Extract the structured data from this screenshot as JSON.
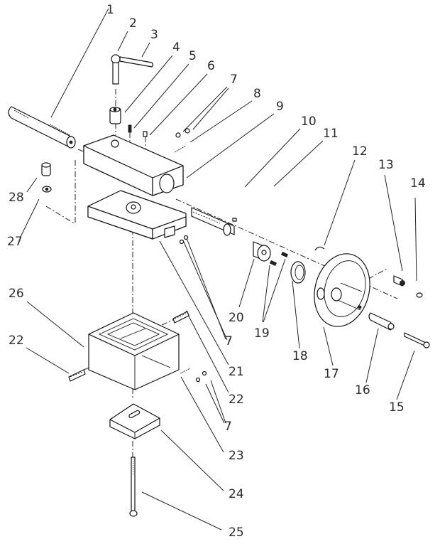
{
  "diagram": {
    "title": "Exploded view of compound slide / top slide assembly",
    "background": "#ffffff",
    "line_color": "#111111",
    "labels": [
      {
        "id": "1",
        "text": "1",
        "part": "lead-screw-rod"
      },
      {
        "id": "2",
        "text": "2",
        "part": "clamp-lever-nut"
      },
      {
        "id": "3",
        "text": "3",
        "part": "lever-handle"
      },
      {
        "id": "4",
        "text": "4",
        "part": "bushing"
      },
      {
        "id": "5",
        "text": "5",
        "part": "set-screw"
      },
      {
        "id": "6",
        "text": "6",
        "part": "oil-cup"
      },
      {
        "id": "7a",
        "text": "7",
        "part": "screw"
      },
      {
        "id": "8",
        "text": "8",
        "part": "gib-strip"
      },
      {
        "id": "9",
        "text": "9",
        "part": "top-slide"
      },
      {
        "id": "10",
        "text": "10",
        "part": "feed-screw"
      },
      {
        "id": "11",
        "text": "11",
        "part": "key"
      },
      {
        "id": "12",
        "text": "12",
        "part": "retaining-ring"
      },
      {
        "id": "13",
        "text": "13",
        "part": "handle-nut"
      },
      {
        "id": "14",
        "text": "14",
        "part": "screw"
      },
      {
        "id": "15",
        "text": "15",
        "part": "handle-bolt"
      },
      {
        "id": "16",
        "text": "16",
        "part": "handle-grip"
      },
      {
        "id": "17",
        "text": "17",
        "part": "hand-wheel"
      },
      {
        "id": "18",
        "text": "18",
        "part": "dial-ring"
      },
      {
        "id": "19",
        "text": "19",
        "part": "set-screws"
      },
      {
        "id": "20",
        "text": "20",
        "part": "bracket"
      },
      {
        "id": "21",
        "text": "21",
        "part": "plate"
      },
      {
        "id": "7b",
        "text": "7",
        "part": "screw"
      },
      {
        "id": "7c",
        "text": "7",
        "part": "screw"
      },
      {
        "id": "22a",
        "text": "22",
        "part": "stud"
      },
      {
        "id": "22b",
        "text": "22",
        "part": "stud"
      },
      {
        "id": "23",
        "text": "23",
        "part": "gib-strip"
      },
      {
        "id": "24",
        "text": "24",
        "part": "clamp-block"
      },
      {
        "id": "25",
        "text": "25",
        "part": "long-bolt"
      },
      {
        "id": "26",
        "text": "26",
        "part": "swivel-base"
      },
      {
        "id": "27",
        "text": "27",
        "part": "washer"
      },
      {
        "id": "28",
        "text": "28",
        "part": "nut"
      }
    ]
  }
}
